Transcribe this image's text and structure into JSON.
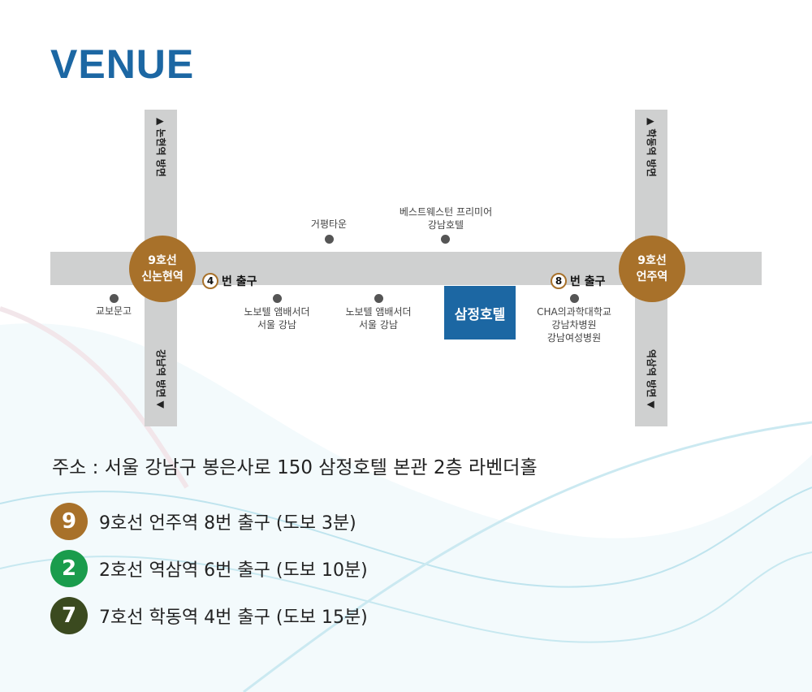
{
  "title": "VENUE",
  "map": {
    "roads": {
      "left_north": "▲ 논현역 방면",
      "left_south": "강남역 방면 ▼",
      "right_north": "▲ 학동역 방면",
      "right_south": "역삼역 방면 ▼"
    },
    "stations": [
      {
        "line": "9호선",
        "name": "신논현역"
      },
      {
        "line": "9호선",
        "name": "언주역"
      }
    ],
    "exits": [
      {
        "num": "4",
        "label": "번 출구"
      },
      {
        "num": "8",
        "label": "번 출구"
      }
    ],
    "hotel": "삼정호텔",
    "landmarks": {
      "kyobo": "교보문고",
      "geopyeong": "거평타운",
      "bestwestern_1": "베스트웨스턴 프리미어",
      "bestwestern_2": "강남호텔",
      "novotel_a_1": "노보텔 앰배서더",
      "novotel_a_2": "서울 강남",
      "novotel_b_1": "노보텔 앰배서더",
      "novotel_b_2": "서울 강남",
      "cha_1": "CHA의과학대학교",
      "cha_2": "강남차병원",
      "cha_3": "강남여성병원"
    }
  },
  "address": "주소 : 서울 강남구 봉은사로 150 삼정호텔 본관 2층 라벤더홀",
  "routes": [
    {
      "badge": "9",
      "text": "9호선 언주역 8번 출구 (도보 3분)",
      "color": "#a8712a"
    },
    {
      "badge": "2",
      "text": "2호선 역삼역 6번 출구 (도보 10분)",
      "color": "#1a9c4c"
    },
    {
      "badge": "7",
      "text": "7호선 학동역 4번 출구 (도보 15분)",
      "color": "#3b4a1f"
    }
  ]
}
